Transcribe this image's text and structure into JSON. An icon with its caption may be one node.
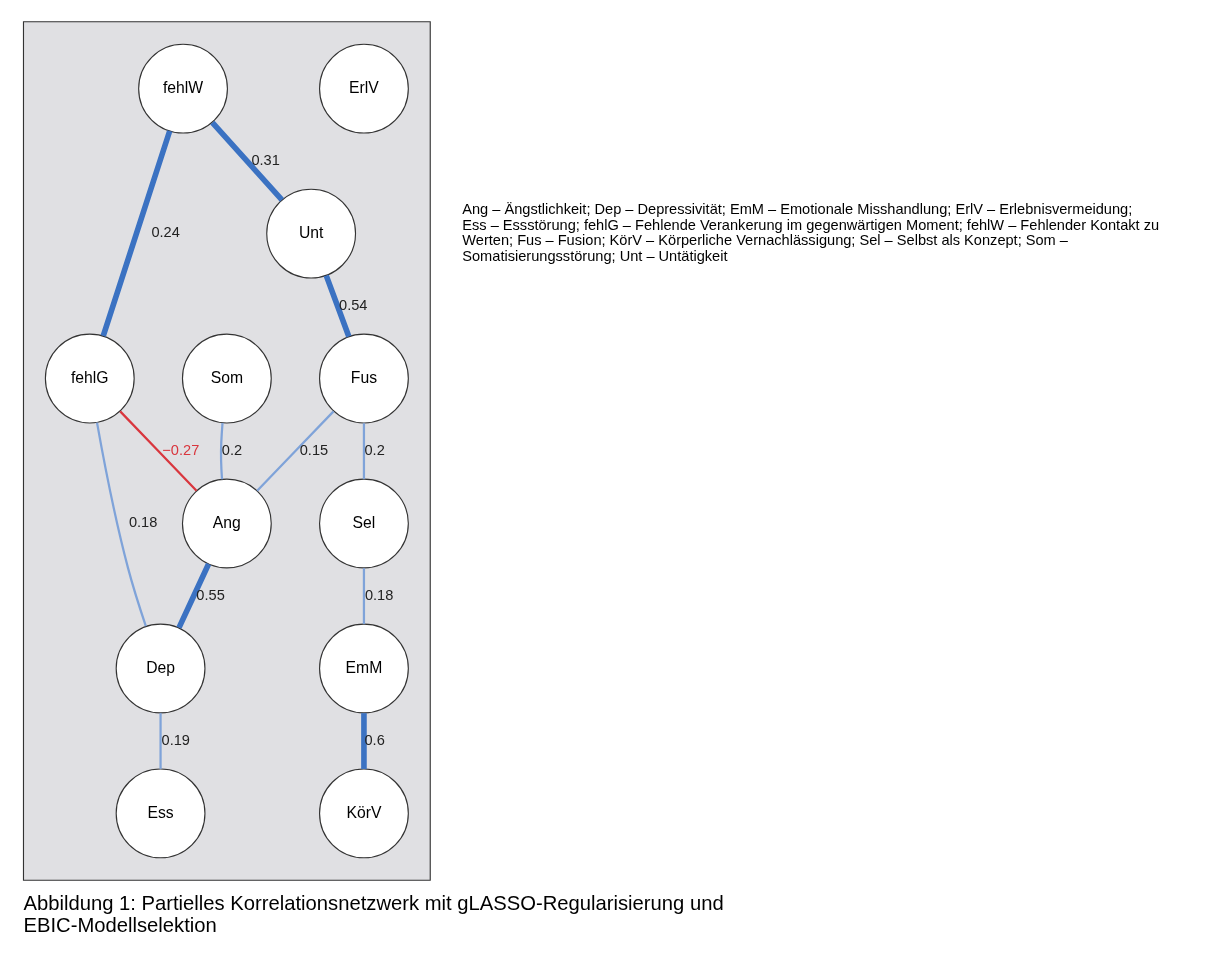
{
  "diagram": {
    "caption": "Abbildung 1: Partielles Korrelationsnetzwerk mit gLASSO-Regularisierung und EBIC-Modellselektion",
    "nodes": [
      {
        "text": [],
        "shape": "box"
      },
      {
        "text": [
          "Som"
        ],
        "in": 0
      },
      {
        "text": [
          "fehlG"
        ],
        "in": 0
      },
      {
        "text": [
          "Dep"
        ],
        "in": 0
      },
      {
        "text": [
          "Ang"
        ],
        "in": 0
      },
      {
        "text": [
          "Ess"
        ],
        "in": 0
      },
      {
        "text": [
          "fehlW"
        ],
        "in": 0
      },
      {
        "text": [
          "Unt"
        ],
        "in": 0
      },
      {
        "text": [
          "Fus"
        ],
        "in": 0
      },
      {
        "text": [
          "KörV"
        ],
        "in": 0
      },
      {
        "text": [
          "EmM"
        ],
        "in": 0
      },
      {
        "text": [
          "Sel"
        ],
        "in": 0
      },
      {
        "text": [
          "ErlV"
        ],
        "in": 0
      }
    ],
    "edges": [
      {
        "from": 2,
        "to": 3,
        "arrow": "none",
        "label": "0.18"
      },
      {
        "from": 1,
        "to": 4,
        "arrow": "none",
        "label": "0.2"
      },
      {
        "from": 2,
        "to": 4,
        "arrow": "none",
        "label": "−0.27",
        "color": "#d9363e"
      },
      {
        "from": 6,
        "to": 2,
        "arrow": "none",
        "label": "0.24",
        "style": "thick",
        "color": "#3b72c2"
      },
      {
        "from": 4,
        "to": 3,
        "arrow": "none",
        "label": "0.55",
        "style": "thick",
        "color": "#3b72c2"
      },
      {
        "from": 3,
        "to": 5,
        "arrow": "none",
        "label": "0.19"
      },
      {
        "from": 6,
        "to": 7,
        "arrow": "none",
        "label": "0.31",
        "style": "thick",
        "color": "#3b72c2"
      },
      {
        "from": 8,
        "to": 4,
        "arrow": "none",
        "label": "0.15"
      },
      {
        "from": 7,
        "to": 8,
        "arrow": "none",
        "label": "0.54",
        "style": "thick",
        "color": "#3b72c2"
      },
      {
        "from": 8,
        "to": 11,
        "arrow": "none",
        "label": "0.2"
      },
      {
        "from": 11,
        "to": 10,
        "arrow": "none",
        "label": "0.18"
      },
      {
        "from": 10,
        "to": 9,
        "arrow": "none",
        "label": "0.6",
        "style": "thick",
        "color": "#3b72c2"
      }
    ],
    "labels": [
      "Ang – Ängstlichkeit; Dep – Depressivität; EmM – Emotionale Misshandlung; ErlV – Erlebnisvermeidung; Ess – Essstörung; fehlG – Fehlende Verankerung im gegenwärtigen Moment; fehlW – Fehlender Kontakt zu Werten; Fus – Fusion; KörV – Körperliche Vernachlässigung; Sel – Selbst als Konzept; Som – Somatisierungsstörung; Unt – Untätigkeit"
    ]
  }
}
